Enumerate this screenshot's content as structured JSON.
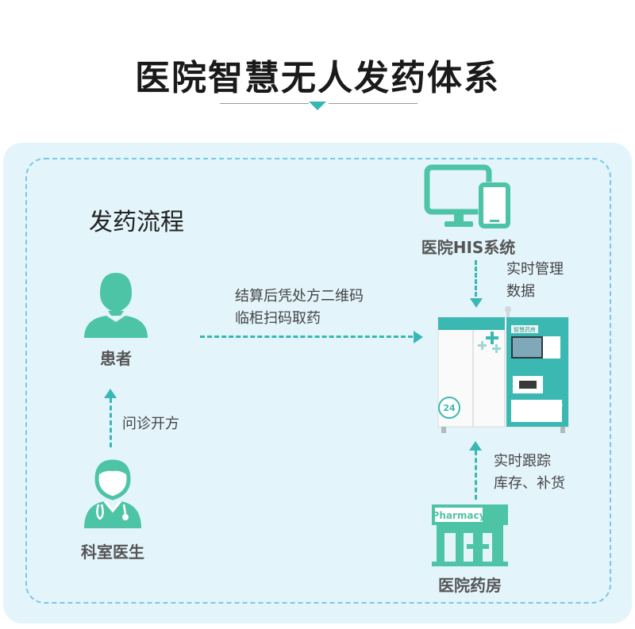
{
  "title": "医院智慧无人发药体系",
  "flow_title": "发药流程",
  "nodes": {
    "his": "医院HIS系统",
    "patient": "患者",
    "doctor": "科室医生",
    "pharmacy": "医院药房",
    "pharmacy_sign": "Pharmacy"
  },
  "notes": {
    "realtime_manage_line1": "实时管理",
    "realtime_manage_line2": "数据",
    "settle_line1": "结算后凭处方二维码",
    "settle_line2": "临柜扫码取药",
    "consult": "问诊开方",
    "track_line1": "实时跟踪",
    "track_line2": "库存、补货"
  },
  "machine": {
    "badge": "24",
    "header": "智慧药房"
  },
  "colors": {
    "accent": "#35b7b3",
    "icon": "#4ec4a7",
    "panel_bg": "#e3f4fb",
    "panel_border": "#7ac8e6"
  }
}
